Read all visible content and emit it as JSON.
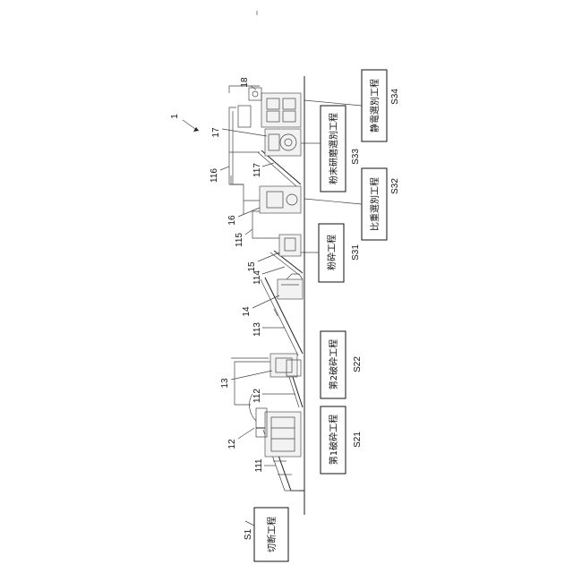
{
  "figure": {
    "system_label": "1",
    "steps": [
      {
        "id": "S1",
        "label": "切断工程"
      },
      {
        "id": "S21",
        "label": "第1破砕工程"
      },
      {
        "id": "S22",
        "label": "第2破砕工程"
      },
      {
        "id": "S31",
        "label": "粉砕工程"
      },
      {
        "id": "S32",
        "label": "比重選別工程"
      },
      {
        "id": "S33",
        "label": "粉末研磨選別工程"
      },
      {
        "id": "S34",
        "label": "静電選別工程"
      }
    ],
    "refs": [
      "12",
      "111",
      "13",
      "112",
      "14",
      "113",
      "114",
      "15",
      "115",
      "16",
      "116",
      "117",
      "17",
      "18"
    ]
  }
}
